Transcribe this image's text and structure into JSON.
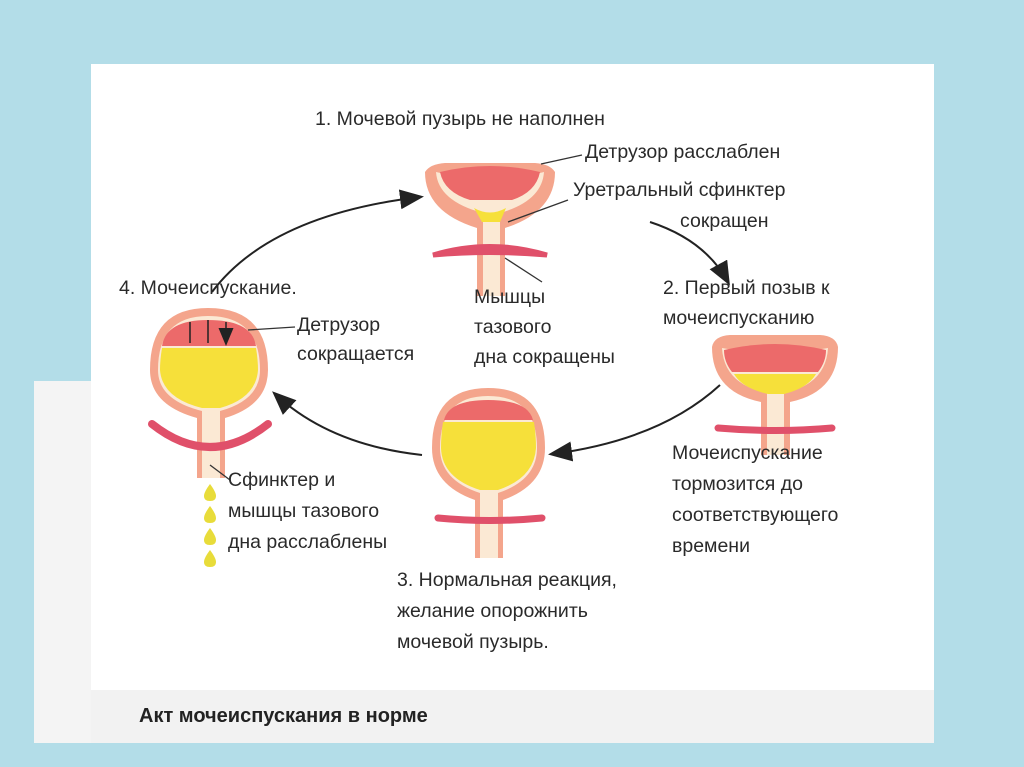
{
  "stage1": {
    "title": "1. Мочевой пузырь не наполнен",
    "detrusor": "Детрузор расслаблен",
    "sphincter_line1": "Уретральный сфинктер",
    "sphincter_line2": "сокращен",
    "pelvic_line1": "Мышцы",
    "pelvic_line2": "тазового",
    "pelvic_line3": "дна сокращены"
  },
  "stage2": {
    "title_line1": "2. Первый позыв к",
    "title_line2": "мочеиспусканию",
    "note_line1": "Мочеиспускание",
    "note_line2": "тормозится до",
    "note_line3": "соответствующего",
    "note_line4": "времени"
  },
  "stage3": {
    "line1": "3. Нормальная реакция,",
    "line2": "желание опорожнить",
    "line3": "мочевой пузырь."
  },
  "stage4": {
    "title": "4. Мочеиспускание.",
    "detrusor_line1": "Детрузор",
    "detrusor_line2": "сокращается",
    "sphincter_line1": "Сфинктер и",
    "sphincter_line2": "мышцы тазового",
    "sphincter_line3": "дна расслаблены"
  },
  "caption": "Акт мочеиспускания в норме",
  "colors": {
    "background": "#b3dde8",
    "bladder_wall": "#f4a58c",
    "muscle": "#ec6a6a",
    "urine": "#f6e03a",
    "pelvic_floor": "#e0506a"
  }
}
